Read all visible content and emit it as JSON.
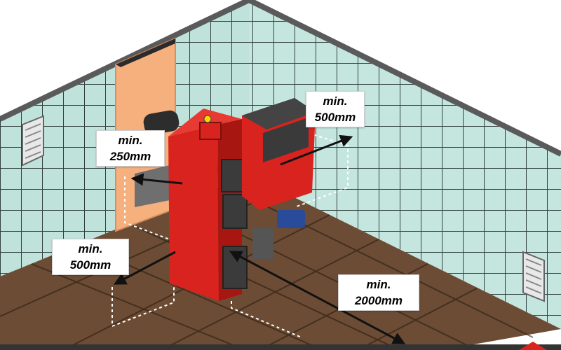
{
  "clearances": {
    "right_wall": {
      "line1": "min.",
      "line2": "500mm"
    },
    "left_side": {
      "line1": "min.",
      "line2": "250mm"
    },
    "front_left": {
      "line1": "min.",
      "line2": "500mm"
    },
    "front_diagonal": {
      "line1": "min.",
      "line2": "2000mm"
    }
  },
  "colors": {
    "boiler_red": "#d8231e",
    "tile_wall": "#bfe3dc",
    "tile_grout": "#2f3a3a",
    "floor": "#6b4a33",
    "door": "#f6b07e"
  },
  "icons": [
    "vent-icon",
    "arrow-icon"
  ]
}
